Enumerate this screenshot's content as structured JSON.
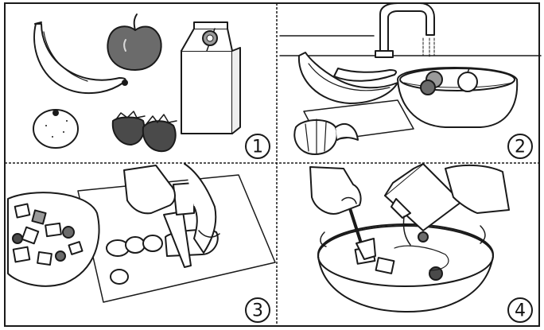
{
  "panels": [
    {
      "number": "1",
      "scene": "ingredients"
    },
    {
      "number": "2",
      "scene": "washing"
    },
    {
      "number": "3",
      "scene": "slicing"
    },
    {
      "number": "4",
      "scene": "mixing"
    }
  ],
  "colors": {
    "line": "#1a1a1a",
    "dark_fill": "#6b6b6b",
    "mid_fill": "#9a9a9a",
    "light_fill": "#d8d8d8",
    "paper": "#ffffff"
  },
  "icons": [
    "banana-icon",
    "apple-icon",
    "milk-carton-icon",
    "tangerine-icon",
    "strawberry-icon",
    "faucet-icon",
    "bowl-icon",
    "knife-icon",
    "fork-icon",
    "hand-icon"
  ]
}
